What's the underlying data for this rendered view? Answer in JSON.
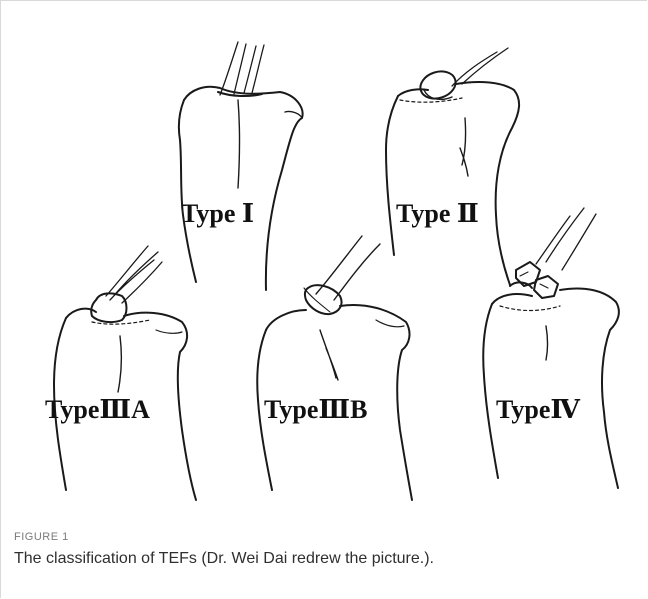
{
  "figure": {
    "labels": {
      "type1": "Type Ⅰ",
      "type2": "Type Ⅱ",
      "type3a": "TypeⅢA",
      "type3b": "TypeⅢB",
      "type4": "TypeⅣ"
    },
    "caption_number": "FIGURE 1",
    "caption_text": "The classification of TEFs (Dr. Wei Dai redrew the picture.)."
  }
}
